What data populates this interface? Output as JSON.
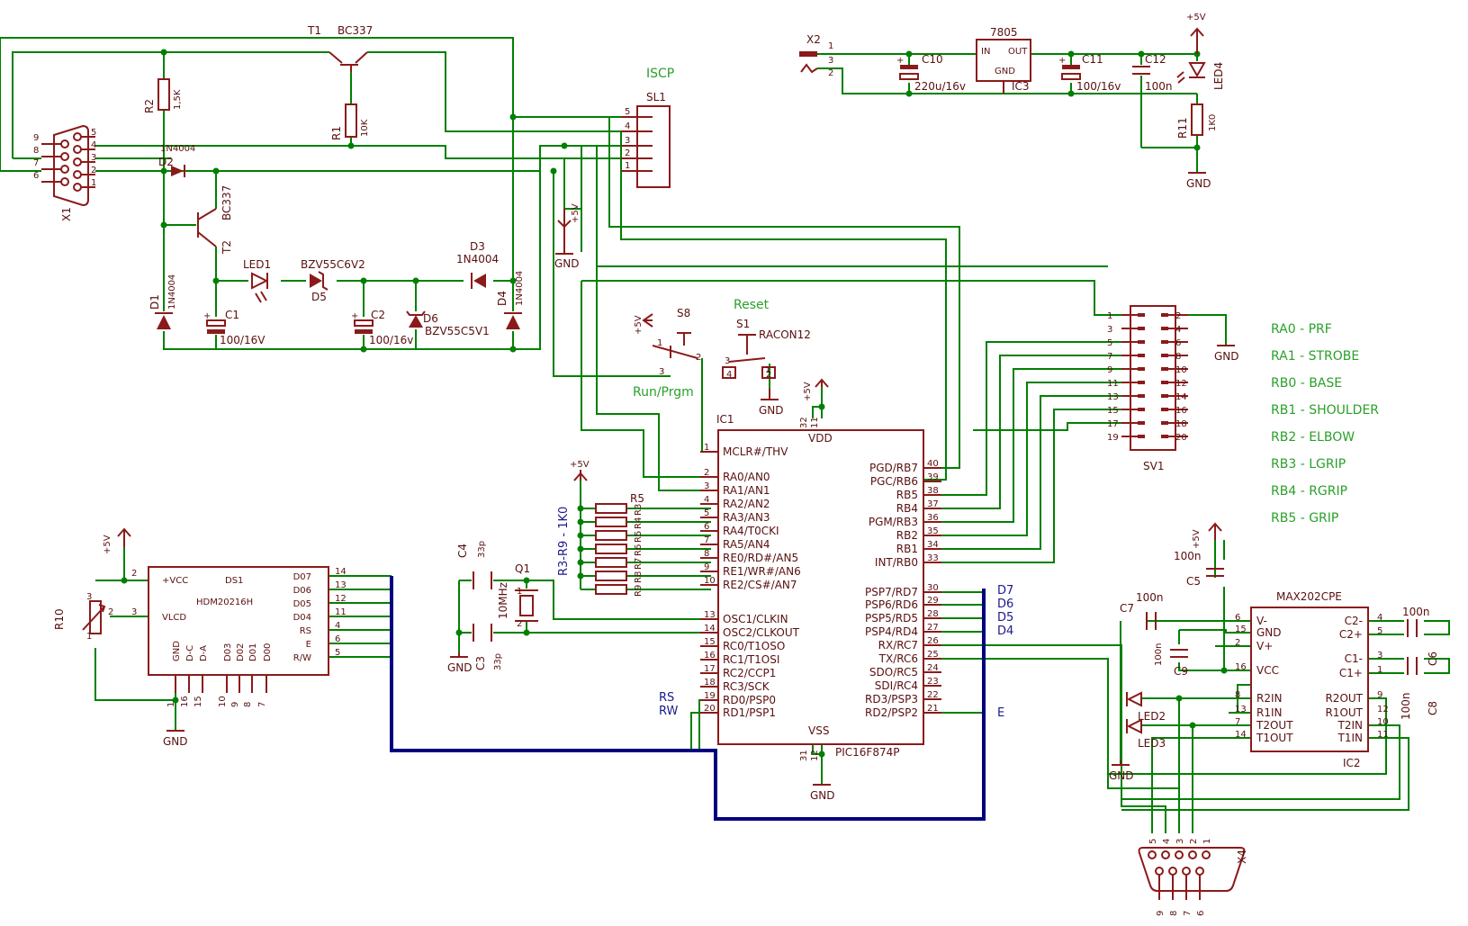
{
  "legend": [
    "RA0 - PRF",
    "RA1 - STROBE",
    "RB0 - BASE",
    "RB1 - SHOULDER",
    "RB2 - ELBOW",
    "RB3 - LGRIP",
    "RB4 - RGRIP",
    "RB5 - GRIP"
  ],
  "net_labels": {
    "iscp": "ISCP",
    "reset": "Reset",
    "run_prgm": "Run/Prgm",
    "d7": "D7",
    "d6": "D6",
    "d5": "D5",
    "d4": "D4",
    "rs": "RS",
    "rw": "RW",
    "e": "E",
    "r3r9": "R3-R9 - 1K0"
  },
  "supply": {
    "plus5v": "+5V",
    "gnd": "GND"
  },
  "parts": {
    "t1": {
      "name": "T1",
      "value": "BC337"
    },
    "t2": {
      "name": "T2",
      "value": "BC337"
    },
    "r1": {
      "name": "R1",
      "value": "10K"
    },
    "r2": {
      "name": "R2",
      "value": "1,5K"
    },
    "x1": {
      "name": "X1"
    },
    "d1": {
      "name": "D1",
      "value": "1N4004"
    },
    "d2": {
      "name": "D2",
      "value": "1N4004"
    },
    "d3": {
      "name": "D3",
      "value": "1N4004"
    },
    "d4": {
      "name": "D4",
      "value": "1N4004"
    },
    "d5": {
      "name": "D5",
      "value": "BZV55C6V2"
    },
    "d6": {
      "name": "D6",
      "value": "BZV55C5V1"
    },
    "led1": {
      "name": "LED1"
    },
    "c1": {
      "name": "C1",
      "value": "100/16V"
    },
    "c2": {
      "name": "C2",
      "value": "100/16v"
    },
    "sl1": {
      "name": "SL1"
    },
    "x2": {
      "name": "X2"
    },
    "c10": {
      "name": "C10",
      "value": "220u/16v"
    },
    "ic3": {
      "name": "IC3",
      "value": "7805",
      "in": "IN",
      "out": "OUT",
      "gnd": "GND"
    },
    "c11": {
      "name": "C11",
      "value": "100/16v"
    },
    "c12": {
      "name": "C12",
      "value": "100n"
    },
    "led4": {
      "name": "LED4"
    },
    "r11": {
      "name": "R11",
      "value": "1K0"
    },
    "s8": {
      "name": "S8"
    },
    "s1": {
      "name": "S1",
      "value": "RACON12"
    },
    "sv1": {
      "name": "SV1"
    },
    "ic1": {
      "name": "IC1",
      "value": "PIC16F874P",
      "vdd": "VDD",
      "vss": "VSS"
    },
    "r5": {
      "name": "R5"
    },
    "c4": {
      "name": "C4",
      "value": "33p"
    },
    "c3": {
      "name": "C3",
      "value": "33p"
    },
    "q1": {
      "name": "Q1",
      "value": "10MHz"
    },
    "r10": {
      "name": "R10"
    },
    "ds1": {
      "name": "DS1",
      "value": "HDM20216H"
    },
    "c5": {
      "name": "C5",
      "value": "100n"
    },
    "c6": {
      "name": "C6",
      "value": "100n"
    },
    "c7": {
      "name": "C7",
      "value": "100n"
    },
    "c8": {
      "name": "C8",
      "value": "100n"
    },
    "c9": {
      "name": "C9",
      "value": "100n"
    },
    "ic2": {
      "name": "IC2",
      "value": "MAX202CPE"
    },
    "led2": {
      "name": "LED2"
    },
    "led3": {
      "name": "LED3"
    },
    "x4": {
      "name": "X4"
    }
  },
  "ic1_left": [
    {
      "n": "1",
      "s": "MCLR#/THV"
    },
    {
      "n": "2",
      "s": "RA0/AN0"
    },
    {
      "n": "3",
      "s": "RA1/AN1"
    },
    {
      "n": "4",
      "s": "RA2/AN2"
    },
    {
      "n": "5",
      "s": "RA3/AN3"
    },
    {
      "n": "6",
      "s": "RA4/T0CKI"
    },
    {
      "n": "7",
      "s": "RA5/AN4"
    },
    {
      "n": "8",
      "s": "RE0/RD#/AN5"
    },
    {
      "n": "9",
      "s": "RE1/WR#/AN6"
    },
    {
      "n": "10",
      "s": "RE2/CS#/AN7"
    },
    {
      "n": "13",
      "s": "OSC1/CLKIN"
    },
    {
      "n": "14",
      "s": "OSC2/CLKOUT"
    },
    {
      "n": "15",
      "s": "RC0/T1OSO"
    },
    {
      "n": "16",
      "s": "RC1/T1OSI"
    },
    {
      "n": "17",
      "s": "RC2/CCP1"
    },
    {
      "n": "18",
      "s": "RC3/SCK"
    },
    {
      "n": "19",
      "s": "RD0/PSP0"
    },
    {
      "n": "20",
      "s": "RD1/PSP1"
    }
  ],
  "ic1_right": [
    {
      "n": "40",
      "s": "PGD/RB7"
    },
    {
      "n": "39",
      "s": "PGC/RB6"
    },
    {
      "n": "38",
      "s": "RB5"
    },
    {
      "n": "37",
      "s": "RB4"
    },
    {
      "n": "36",
      "s": "PGM/RB3"
    },
    {
      "n": "35",
      "s": "RB2"
    },
    {
      "n": "34",
      "s": "RB1"
    },
    {
      "n": "33",
      "s": "INT/RB0"
    },
    {
      "n": "30",
      "s": "PSP7/RD7"
    },
    {
      "n": "29",
      "s": "PSP6/RD6"
    },
    {
      "n": "28",
      "s": "PSP5/RD5"
    },
    {
      "n": "27",
      "s": "PSP4/RD4"
    },
    {
      "n": "26",
      "s": "RX/RC7"
    },
    {
      "n": "25",
      "s": "TX/RC6"
    },
    {
      "n": "24",
      "s": "SDO/RC5"
    },
    {
      "n": "23",
      "s": "SDI/RC4"
    },
    {
      "n": "22",
      "s": "RD3/PSP3"
    },
    {
      "n": "21",
      "s": "RD2/PSP2"
    }
  ],
  "ds1_left": [
    "+VCC",
    "VLCD"
  ],
  "ds1_right": [
    "D07",
    "D06",
    "D05",
    "D04",
    "RS",
    "E",
    "R/W"
  ],
  "ds1_right_pins": [
    "14",
    "13",
    "12",
    "11",
    "4",
    "6",
    "5"
  ],
  "ds1_bottom": [
    "GND",
    "D-C",
    "D-A",
    "D03",
    "D02",
    "D01",
    "D00"
  ],
  "ds1_bottom_pins": [
    "1",
    "16",
    "15",
    "10",
    "9",
    "8",
    "7"
  ],
  "ic2_left": [
    {
      "n": "6",
      "s": "V-"
    },
    {
      "n": "15",
      "s": "GND"
    },
    {
      "n": "2",
      "s": "V+"
    },
    {
      "n": "16",
      "s": "VCC"
    },
    {
      "n": "8",
      "s": "R2IN"
    },
    {
      "n": "13",
      "s": "R1IN"
    },
    {
      "n": "7",
      "s": "T2OUT"
    },
    {
      "n": "14",
      "s": "T1OUT"
    }
  ],
  "ic2_right": [
    {
      "n": "4",
      "s": "C2-"
    },
    {
      "n": "5",
      "s": "C2+"
    },
    {
      "n": "3",
      "s": "C1-"
    },
    {
      "n": "1",
      "s": "C1+"
    },
    {
      "n": "9",
      "s": "R2OUT"
    },
    {
      "n": "12",
      "s": "R1OUT"
    },
    {
      "n": "10",
      "s": "T2IN"
    },
    {
      "n": "11",
      "s": "T1IN"
    }
  ],
  "sl1_pins": [
    "5",
    "4",
    "3",
    "2",
    "1"
  ],
  "sv1_left": [
    "1",
    "3",
    "5",
    "7",
    "9",
    "11",
    "13",
    "15",
    "17",
    "19"
  ],
  "sv1_right": [
    "2",
    "4",
    "6",
    "8",
    "10",
    "12",
    "14",
    "16",
    "18",
    "20"
  ],
  "x1_left": [
    "9",
    "8",
    "7",
    "6"
  ],
  "x1_right": [
    "5",
    "4",
    "3",
    "2",
    "1"
  ],
  "x4_top": [
    "5",
    "4",
    "3",
    "2",
    "1"
  ],
  "x4_bottom": [
    "9",
    "8",
    "7",
    "6"
  ],
  "resistor_array": [
    "R3",
    "R4",
    "R5",
    "R6",
    "R7",
    "R8",
    "R9"
  ]
}
